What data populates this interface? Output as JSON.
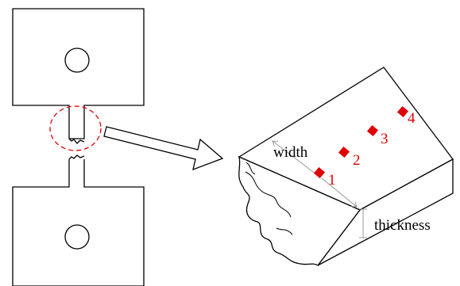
{
  "labels": {
    "width": "width",
    "thickness": "thickness",
    "points": [
      "1",
      "2",
      "3",
      "4"
    ]
  },
  "colors": {
    "line": "#000000",
    "highlight": "#e00000",
    "dimension": "#999999",
    "background": "#ffffff"
  }
}
